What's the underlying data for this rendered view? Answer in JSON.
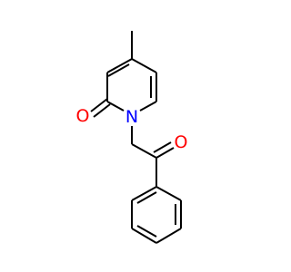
{
  "atoms": [
    {
      "id": "n1",
      "label": "N",
      "color": "#0000ff"
    },
    {
      "id": "o1",
      "label": "O",
      "color": "#ff0000"
    },
    {
      "id": "o2",
      "label": "O",
      "color": "#ff0000"
    }
  ]
}
